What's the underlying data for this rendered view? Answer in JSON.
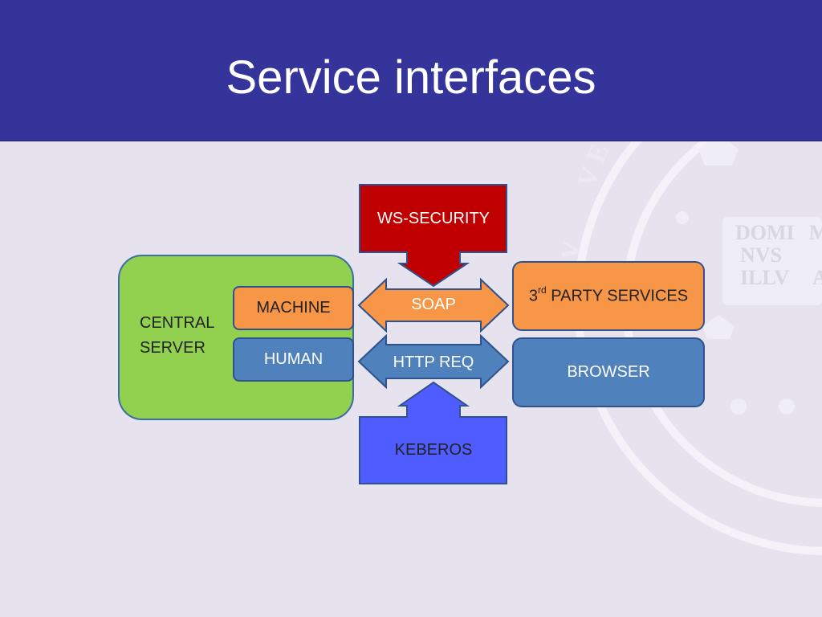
{
  "slide": {
    "title": "Service interfaces"
  },
  "diagram": {
    "central_server": {
      "label_line1": "CENTRAL",
      "label_line2": "SERVER"
    },
    "machine": {
      "label": "MACHINE"
    },
    "human": {
      "label": "HUMAN"
    },
    "ws_security": {
      "label": "WS-SECURITY"
    },
    "soap": {
      "label": "SOAP"
    },
    "http_req": {
      "label": "HTTP REQ"
    },
    "keberos": {
      "label": "KEBEROS"
    },
    "third_party": {
      "prefix": "3",
      "superscript": "rd",
      "suffix": " PARTY SERVICES"
    },
    "browser": {
      "label": "BROWSER"
    }
  },
  "watermark": {
    "motto_line1": "DOMI",
    "motto_line2": "NVS",
    "motto_line3": "ILLV",
    "motto_edge1": "M",
    "motto_edge2": "A",
    "ring_letters": "V E R",
    "ring_letter_extra": "V"
  },
  "colors": {
    "title_bar": "#34349a",
    "background": "#e6e3ef",
    "central_server": "#92d050",
    "machine": "#f79646",
    "human": "#4f81bd",
    "ws_security": "#c00000",
    "soap": "#f79646",
    "http_req": "#4f81bd",
    "keberos": "#4f5cff",
    "third_party": "#f79646",
    "browser": "#4f81bd"
  }
}
